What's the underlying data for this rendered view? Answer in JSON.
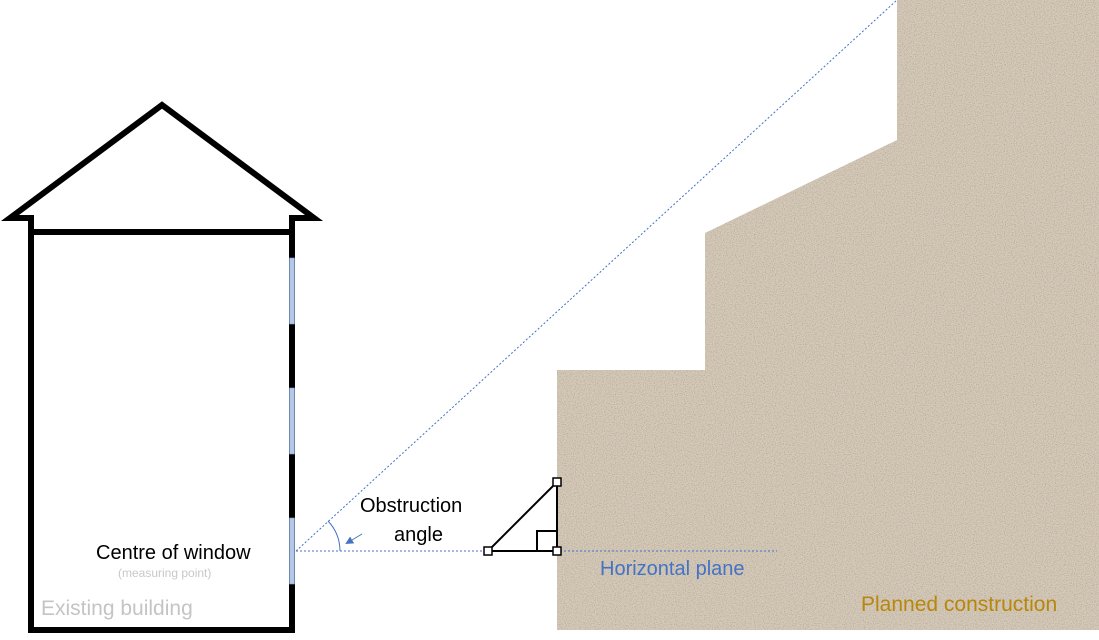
{
  "labels": {
    "centre_of_window": "Centre of window",
    "measuring_point": "(measuring point)",
    "existing_building": "Existing building",
    "obstruction_line1": "Obstruction",
    "obstruction_line2": "angle",
    "horizontal_plane": "Horizontal plane",
    "planned_construction": "Planned construction"
  },
  "colors": {
    "outline": "#000000",
    "window": "#b4c7e7",
    "sightline": "#4472c4",
    "construction_fill": "#d6cbbb",
    "existing_label": "#c4c4c4",
    "planned_label": "#b8860b"
  }
}
